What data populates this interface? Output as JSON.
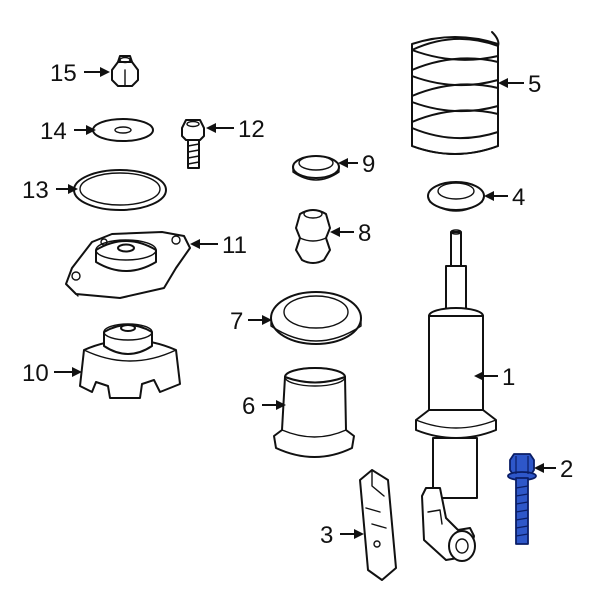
{
  "diagram": {
    "highlight_color": "#2e57c9",
    "callouts": [
      "1",
      "2",
      "3",
      "4",
      "5",
      "6",
      "7",
      "8",
      "9",
      "10",
      "11",
      "12",
      "13",
      "14",
      "15"
    ]
  }
}
